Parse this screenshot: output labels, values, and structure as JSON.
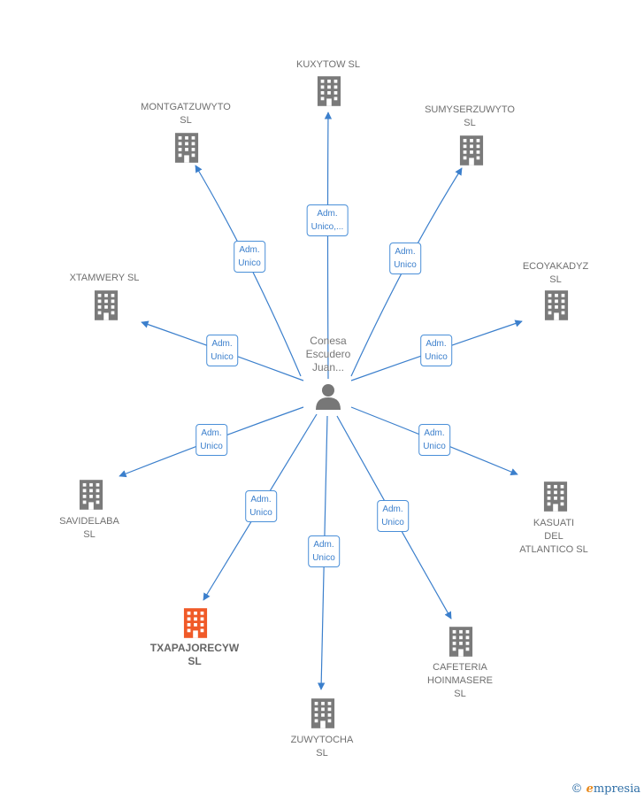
{
  "center": {
    "name": "Conesa\nEscudero\nJuan..."
  },
  "edge_label_default": "Adm.\nUnico",
  "edge_label_kuxytow": "Adm.\nUnico,...",
  "companies": [
    {
      "id": "kuxytow",
      "name": "KUXYTOW  SL",
      "highlight": false
    },
    {
      "id": "montgatzuwyto",
      "name": "MONTGATZUWYTO\nSL",
      "highlight": false
    },
    {
      "id": "sumyserzuwyto",
      "name": "SUMYSERZUWYTO\nSL",
      "highlight": false
    },
    {
      "id": "xtamwery",
      "name": "XTAMWERY  SL",
      "highlight": false
    },
    {
      "id": "ecoyakadyz",
      "name": "ECOYAKADYZ\nSL",
      "highlight": false
    },
    {
      "id": "savidelaba",
      "name": "SAVIDELABA\nSL",
      "highlight": false
    },
    {
      "id": "kasuati",
      "name": "KASUATI\nDEL\nATLANTICO  SL",
      "highlight": false
    },
    {
      "id": "txapajorecyw",
      "name": "TXAPAJORECYW\nSL",
      "highlight": true
    },
    {
      "id": "cafeteria",
      "name": "CAFETERIA\nHOINMASERE\nSL",
      "highlight": false
    },
    {
      "id": "zuwytocha",
      "name": "ZUWYTOCHA\nSL",
      "highlight": false
    }
  ],
  "colors": {
    "edge": "#3b7fcc",
    "building": "#7a7a7a",
    "building_highlight": "#f05a28",
    "person": "#777777"
  },
  "footer": {
    "copyright": "©",
    "brand_initial": "e",
    "brand_rest": "mpresia"
  }
}
